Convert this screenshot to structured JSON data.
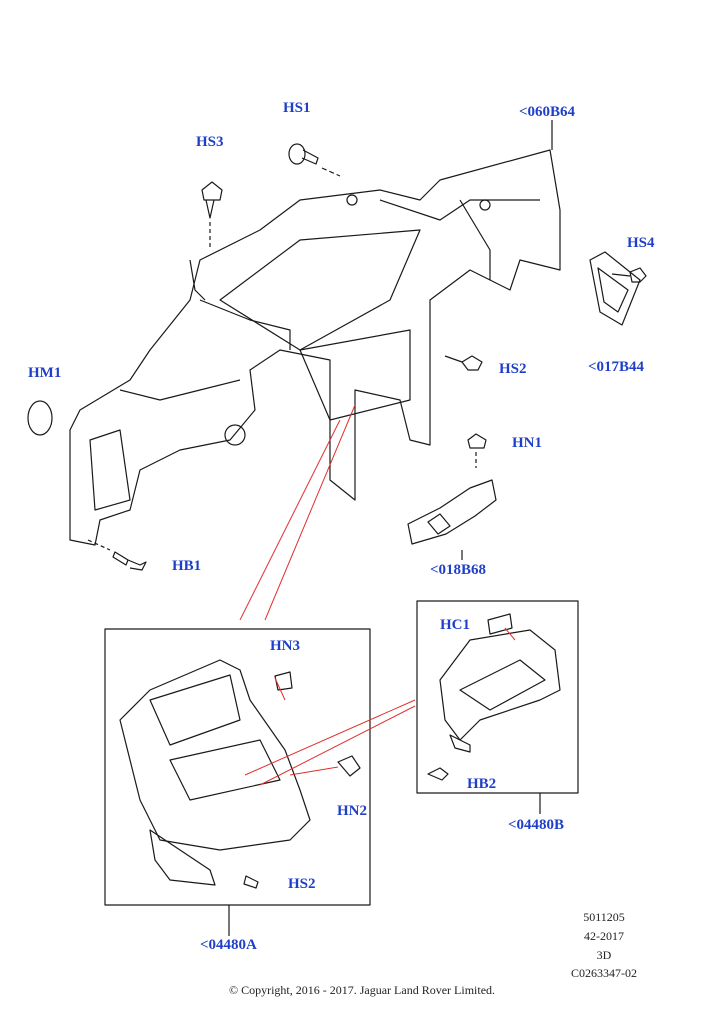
{
  "callouts": {
    "hs1": "HS1",
    "b060b64": "<060B64",
    "hs3": "HS3",
    "hs4": "HS4",
    "b017b44": "<017B44",
    "hs2_top": "HS2",
    "hm1": "HM1",
    "hn1": "HN1",
    "hb1": "HB1",
    "b018b68": "<018B68",
    "hn3": "HN3",
    "hc1": "HC1",
    "hn2": "HN2",
    "hb2": "HB2",
    "b04480b": "<04480B",
    "hs2_bottom": "HS2",
    "b04480a": "<04480A"
  },
  "meta": {
    "code1": "5011205",
    "code2": "42-2017",
    "code3": "3D",
    "code4": "C0263347-02",
    "copyright": "© Copyright, 2016 - 2017. Jaguar Land Rover Limited."
  },
  "colors": {
    "callout": "#1f3fc8",
    "leader": "#e03030",
    "line": "#1a1a1a"
  }
}
